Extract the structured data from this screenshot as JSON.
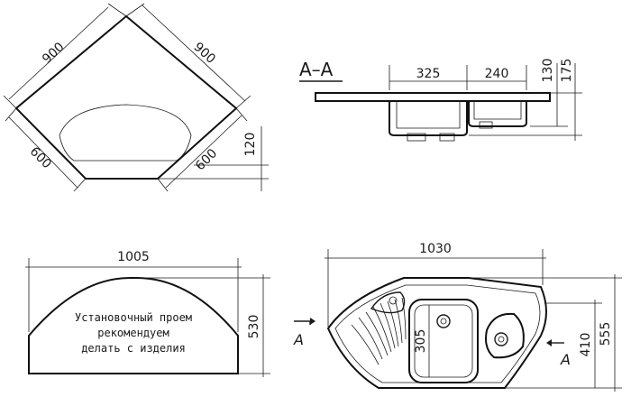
{
  "top_view": {
    "side_left": "900",
    "side_right": "900",
    "front_left": "600",
    "front_right": "600",
    "depth": "120"
  },
  "section": {
    "title": "A–A",
    "bowl_main_width": "325",
    "bowl_small_width": "240",
    "depth_small": "130",
    "depth_total": "175"
  },
  "cutout": {
    "width": "1005",
    "height": "530",
    "note_line1": "Установочный проем",
    "note_line2": "рекомендуем",
    "note_line3": "делать с изделия"
  },
  "plan": {
    "width": "1030",
    "height": "555",
    "depth_inner": "410",
    "bowl_width": "305",
    "section_mark_left": "A",
    "section_mark_right": "A"
  }
}
